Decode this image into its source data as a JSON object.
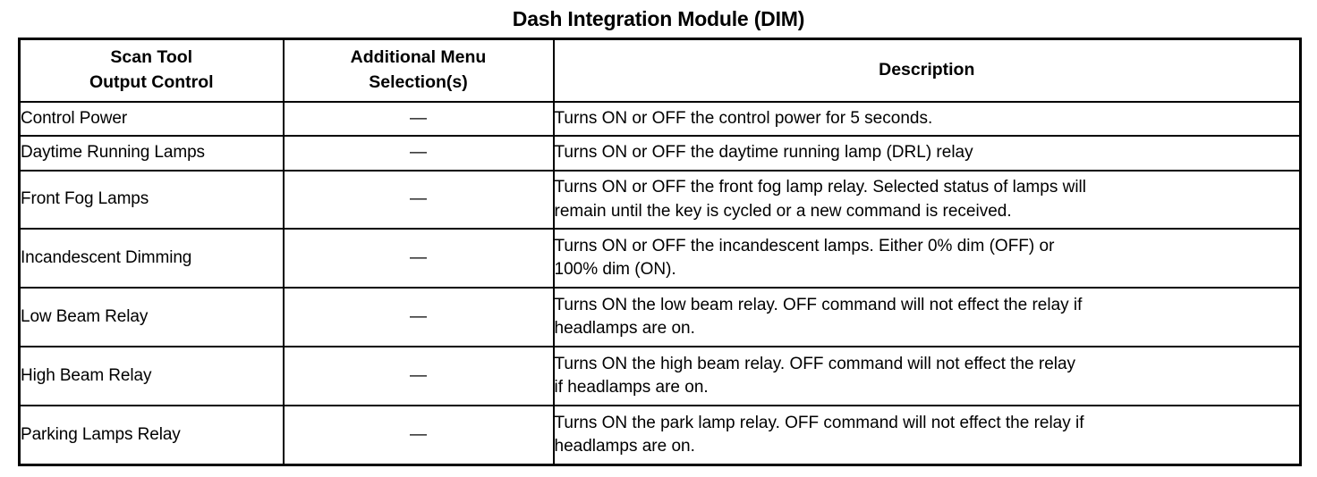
{
  "document": {
    "title": "Dash Integration Module (DIM)"
  },
  "table": {
    "headers": {
      "control": {
        "line1": "Scan Tool",
        "line2": "Output Control"
      },
      "menu": {
        "line1": "Additional Menu",
        "line2": "Selection(s)"
      },
      "description": "Description"
    },
    "rows": [
      {
        "control": "Control Power",
        "menu": "—",
        "description_lines": [
          "Turns ON or OFF the control power for 5 seconds."
        ]
      },
      {
        "control": "Daytime Running Lamps",
        "menu": "—",
        "description_lines": [
          "Turns ON or OFF the daytime running lamp (DRL) relay"
        ]
      },
      {
        "control": "Front Fog Lamps",
        "menu": "—",
        "description_lines": [
          "Turns ON or OFF the front fog lamp relay. Selected status of lamps will",
          "remain until the key is cycled or a new command is received."
        ]
      },
      {
        "control": "Incandescent Dimming",
        "menu": "—",
        "description_lines": [
          "Turns ON or OFF the incandescent lamps. Either 0% dim (OFF) or",
          "100% dim (ON)."
        ]
      },
      {
        "control": "Low Beam Relay",
        "menu": "—",
        "description_lines": [
          "Turns ON the low beam relay. OFF command will not effect the relay if",
          "headlamps are on."
        ]
      },
      {
        "control": "High Beam Relay",
        "menu": "—",
        "description_lines": [
          "Turns ON the high beam relay. OFF command will not effect the relay",
          "if headlamps are on."
        ]
      },
      {
        "control": "Parking Lamps Relay",
        "menu": "—",
        "description_lines": [
          "Turns ON the park lamp relay. OFF command will not effect the relay if",
          "headlamps are on."
        ]
      }
    ]
  },
  "colors": {
    "text": "#000000",
    "background": "#ffffff",
    "border": "#000000"
  }
}
